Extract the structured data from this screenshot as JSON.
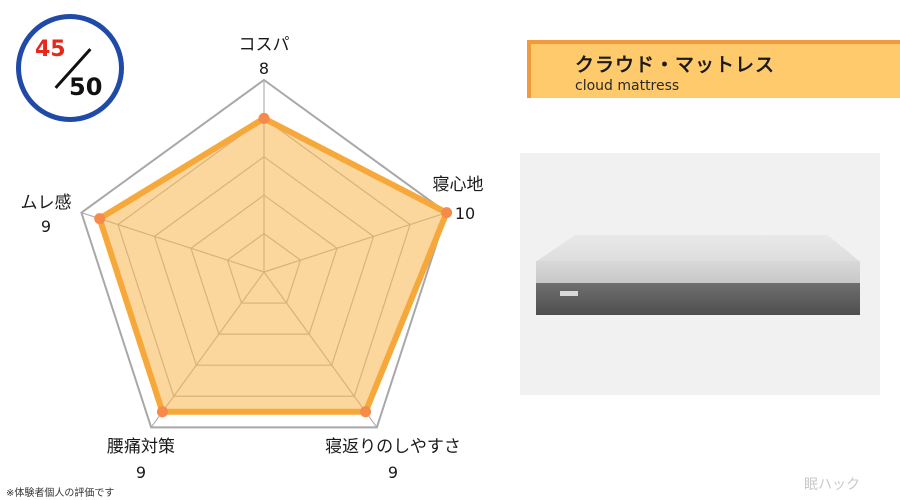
{
  "score": {
    "value": "45",
    "max": "50"
  },
  "product": {
    "name_jp": "クラウド・マットレス",
    "name_en": "cloud mattress"
  },
  "note": "※体験者個人の評価です",
  "watermark": "眠ハック",
  "chart_data": {
    "type": "radar",
    "title": "",
    "range": [
      0,
      10
    ],
    "grid_levels": 5,
    "categories": [
      "コスパ",
      "寝心地",
      "寝返りのしやすさ",
      "腰痛対策",
      "ムレ感"
    ],
    "values": [
      8,
      10,
      9,
      9,
      9
    ],
    "colors": {
      "fill": "#f7b64d",
      "stroke": "#f7a83a",
      "point": "#f58a4a",
      "grid": "#9a9a9a"
    }
  }
}
